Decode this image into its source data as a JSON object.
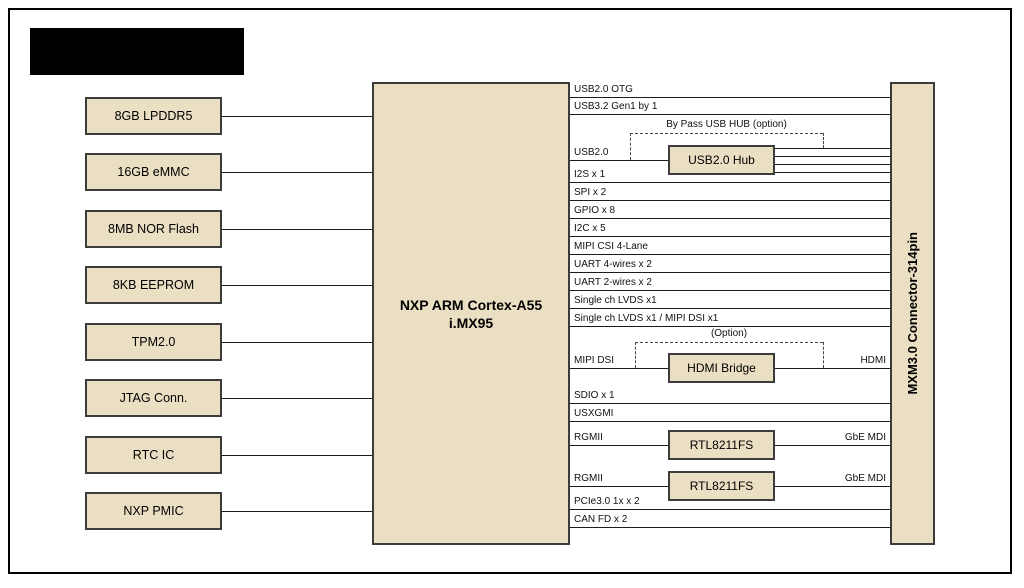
{
  "colors": {
    "box_fill": "#eadfc2",
    "box_border": "#3c3c3c",
    "wire": "#1c1c1c",
    "background": "#ffffff",
    "logo_block": "#000000"
  },
  "cpu": {
    "line1": "NXP ARM Cortex-A55",
    "line2": "i.MX95"
  },
  "connector": {
    "label": "MXM3.0 Connector-314pin"
  },
  "left_modules": [
    {
      "label": "8GB LPDDR5"
    },
    {
      "label": "16GB eMMC"
    },
    {
      "label": "8MB NOR Flash"
    },
    {
      "label": "8KB EEPROM"
    },
    {
      "label": "TPM2.0"
    },
    {
      "label": "JTAG Conn."
    },
    {
      "label": "RTC IC"
    },
    {
      "label": "NXP PMIC"
    }
  ],
  "signals": [
    {
      "label": "USB2.0 OTG"
    },
    {
      "label": "USB3.2 Gen1 by 1"
    },
    {
      "label": "USB2.0"
    },
    {
      "label": "I2S x 1"
    },
    {
      "label": "SPI x 2"
    },
    {
      "label": "GPIO x 8"
    },
    {
      "label": "I2C x 5"
    },
    {
      "label": "MIPI CSI 4-Lane"
    },
    {
      "label": "UART 4-wires x 2"
    },
    {
      "label": "UART 2-wires x 2"
    },
    {
      "label": "Single ch LVDS x1"
    },
    {
      "label": "Single ch LVDS x1 / MIPI DSI x1"
    },
    {
      "label": "MIPI DSI"
    },
    {
      "label": "SDIO x 1"
    },
    {
      "label": "USXGMI"
    },
    {
      "label": "RGMII"
    },
    {
      "label": "RGMII"
    },
    {
      "label": "PCIe3.0 1x  x 2"
    },
    {
      "label": "CAN FD x 2"
    }
  ],
  "bridge_boxes": [
    {
      "label": "USB2.0 Hub"
    },
    {
      "label": "HDMI Bridge"
    },
    {
      "label": "RTL8211FS"
    },
    {
      "label": "RTL8211FS"
    }
  ],
  "annotations": {
    "usb_bypass": "By Pass USB HUB (option)",
    "hdmi_option": "(Option)",
    "hdmi_out": "HDMI",
    "gbe1": "GbE MDI",
    "gbe2": "GbE MDI"
  }
}
